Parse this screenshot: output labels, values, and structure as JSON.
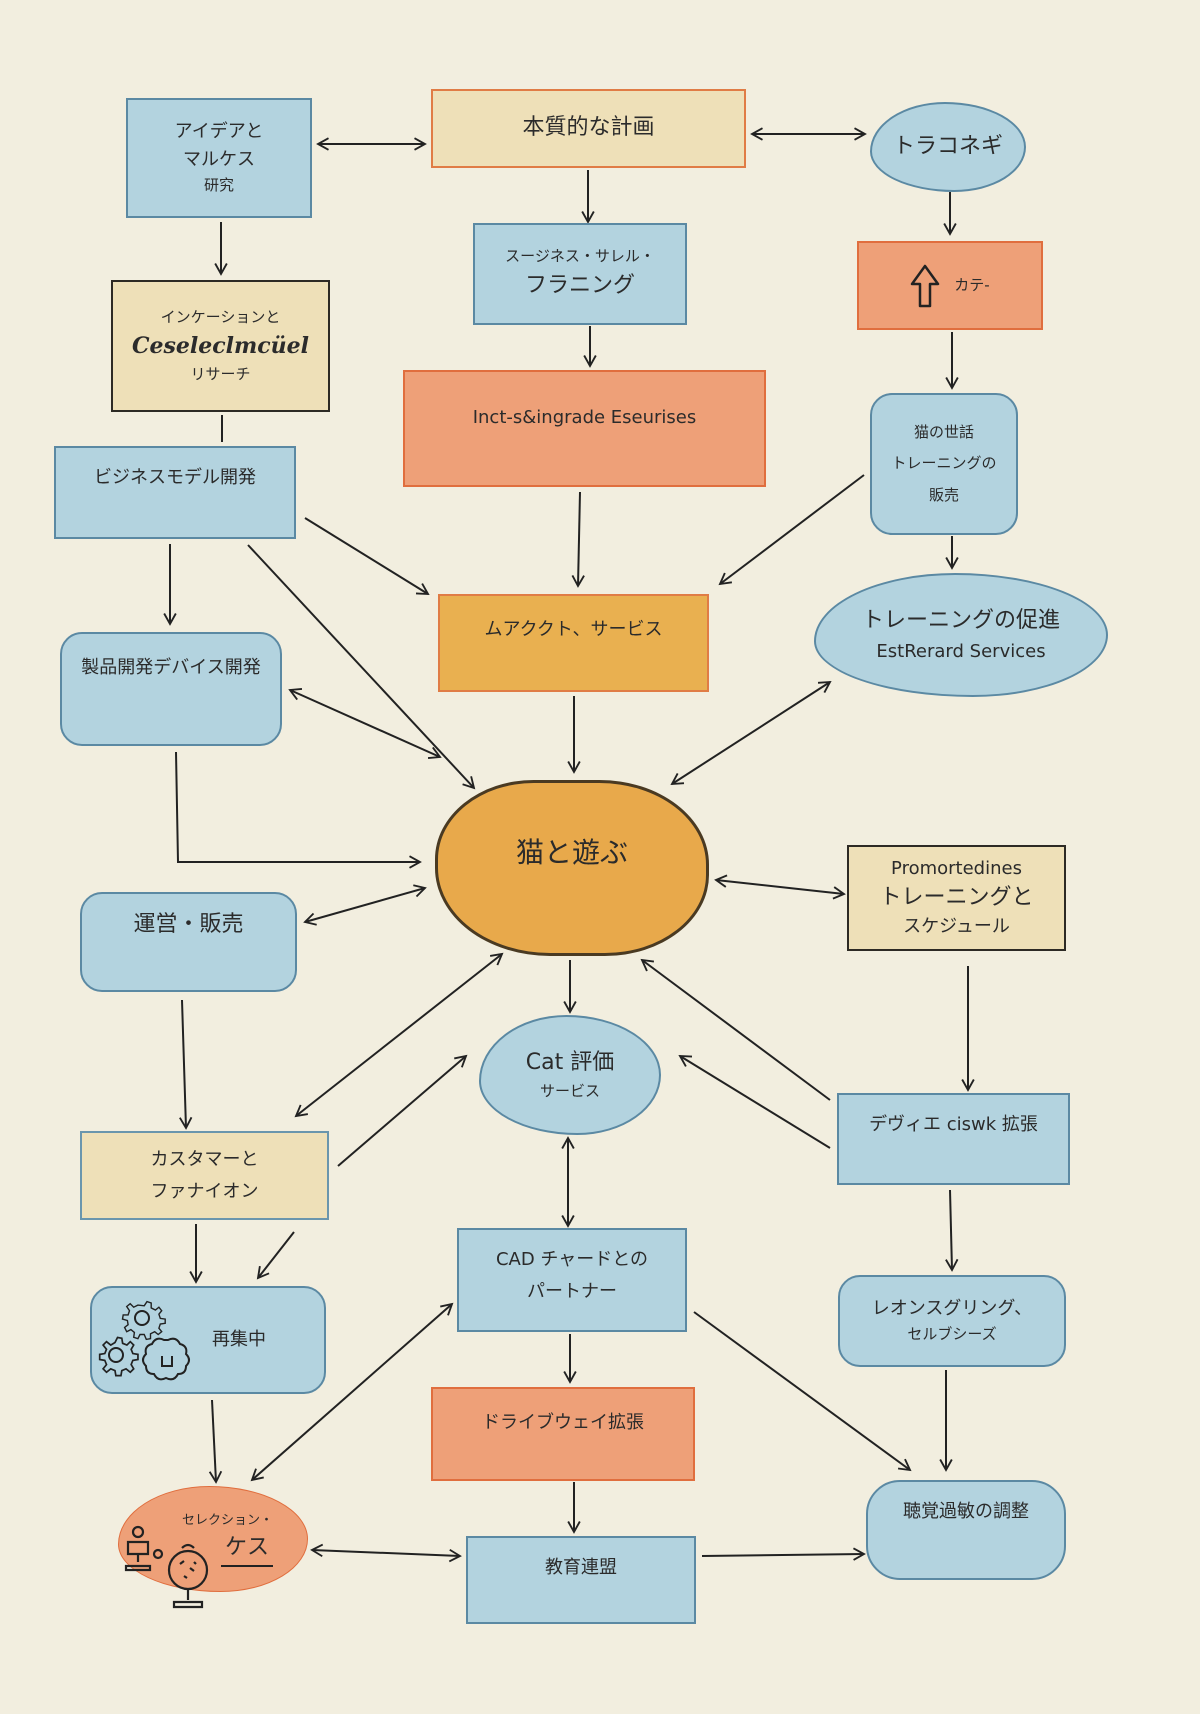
{
  "diagram": {
    "type": "flowchart",
    "center_node": "play_with_cat",
    "nodes": [
      {
        "id": "idea_research",
        "lines": [
          "アイデアと",
          "マルケス",
          "研究"
        ],
        "style": "blue-rect"
      },
      {
        "id": "essential_plan",
        "lines": [
          "本質的な計画"
        ],
        "style": "cream-rect-orange-border"
      },
      {
        "id": "torakonegi",
        "lines": [
          "トラコネギ"
        ],
        "style": "blue-blob"
      },
      {
        "id": "incubation_research",
        "lines": [
          "インケーションと",
          "Ceseleclmcüel",
          "リサーチ"
        ],
        "style": "cream-rect-dark-border"
      },
      {
        "id": "business_planning",
        "lines": [
          "スージネス・サレル・",
          "フラニング"
        ],
        "style": "blue-rect"
      },
      {
        "id": "category",
        "lines": [
          "カテ-"
        ],
        "icon": "up-arrow-icon",
        "style": "orange-rect"
      },
      {
        "id": "upgrade_services",
        "lines": [
          "Inct-s&ingrade Eseurises"
        ],
        "style": "orange-rect"
      },
      {
        "id": "business_model",
        "lines": [
          "ビジネスモデル開発"
        ],
        "style": "blue-rect"
      },
      {
        "id": "cat_care_sales",
        "lines": [
          "猫の世話",
          "トレーニングの",
          "販売"
        ],
        "style": "blue-rounded"
      },
      {
        "id": "impact_service",
        "lines": [
          "ムアククト、サービス"
        ],
        "style": "amber-rect"
      },
      {
        "id": "training_promotion",
        "lines": [
          "トレーニングの促進",
          "EstRerard Services"
        ],
        "style": "blue-blob"
      },
      {
        "id": "product_dev",
        "lines": [
          "製品開発デバイス開発"
        ],
        "style": "blue-rounded"
      },
      {
        "id": "play_with_cat",
        "lines": [
          "猫と遊ぶ"
        ],
        "style": "center-blob"
      },
      {
        "id": "training_schedule",
        "lines": [
          "Promortedines",
          "トレーニングと",
          "スケジュール"
        ],
        "style": "cream-rect-dark-border"
      },
      {
        "id": "operations_sales",
        "lines": [
          "運営・販売"
        ],
        "style": "blue-rounded"
      },
      {
        "id": "cat_evaluation",
        "lines": [
          "Cat 評価",
          "サービス"
        ],
        "style": "blue-blob"
      },
      {
        "id": "device_expansion",
        "lines": [
          "デヴィエ ciswk 拡張"
        ],
        "style": "blue-rect"
      },
      {
        "id": "customer_fashion",
        "lines": [
          "カスタマーと",
          "ファナイオン"
        ],
        "style": "cream-rect-blue-border"
      },
      {
        "id": "cad_partner",
        "lines": [
          "CAD チャードとの",
          "パートナー"
        ],
        "style": "blue-rect"
      },
      {
        "id": "refocus",
        "lines": [
          "再集中"
        ],
        "icon": "gears-icon",
        "style": "blue-rounded"
      },
      {
        "id": "leon_sgring",
        "lines": [
          "レオンスグリング、",
          "セルブシーズ"
        ],
        "style": "blue-rounded"
      },
      {
        "id": "driveway_expansion",
        "lines": [
          "ドライブウェイ拡張"
        ],
        "style": "orange-rect"
      },
      {
        "id": "selection_case",
        "lines": [
          "セレクション・",
          "ケス"
        ],
        "icon": "trophy-globe-icon",
        "style": "orange-blob"
      },
      {
        "id": "education_alliance",
        "lines": [
          "教育連盟"
        ],
        "style": "blue-rect"
      },
      {
        "id": "hyperacusis_adjust",
        "lines": [
          "聴覚過敏の調整"
        ],
        "style": "blue-rounded"
      }
    ],
    "edges": [
      {
        "from": "idea_research",
        "to": "essential_plan",
        "bidirectional": true
      },
      {
        "from": "essential_plan",
        "to": "torakonegi",
        "bidirectional": true
      },
      {
        "from": "idea_research",
        "to": "incubation_research"
      },
      {
        "from": "essential_plan",
        "to": "business_planning"
      },
      {
        "from": "torakonegi",
        "to": "category"
      },
      {
        "from": "business_planning",
        "to": "upgrade_services"
      },
      {
        "from": "category",
        "to": "cat_care_sales"
      },
      {
        "from": "incubation_research",
        "to": "business_model",
        "line_only": true
      },
      {
        "from": "business_model",
        "to": "impact_service"
      },
      {
        "from": "upgrade_services",
        "to": "impact_service"
      },
      {
        "from": "cat_care_sales",
        "to": "impact_service"
      },
      {
        "from": "cat_care_sales",
        "to": "training_promotion"
      },
      {
        "from": "business_model",
        "to": "product_dev"
      },
      {
        "from": "business_model",
        "to": "play_with_cat"
      },
      {
        "from": "product_dev",
        "to": "play_with_cat",
        "bidirectional": true
      },
      {
        "from": "impact_service",
        "to": "play_with_cat"
      },
      {
        "from": "training_promotion",
        "to": "play_with_cat",
        "bidirectional": true
      },
      {
        "from": "product_dev",
        "to": "play_with_cat",
        "elbow": true
      },
      {
        "from": "operations_sales",
        "to": "play_with_cat",
        "bidirectional": true
      },
      {
        "from": "play_with_cat",
        "to": "training_schedule",
        "bidirectional": true
      },
      {
        "from": "play_with_cat",
        "to": "cat_evaluation"
      },
      {
        "from": "training_schedule",
        "to": "device_expansion"
      },
      {
        "from": "device_expansion",
        "to": "play_with_cat"
      },
      {
        "from": "device_expansion",
        "to": "cat_evaluation"
      },
      {
        "from": "operations_sales",
        "to": "customer_fashion"
      },
      {
        "from": "customer_fashion",
        "to": "play_with_cat",
        "bidirectional": true
      },
      {
        "from": "customer_fashion",
        "to": "cat_evaluation"
      },
      {
        "from": "cat_evaluation",
        "to": "cad_partner",
        "bidirectional": true
      },
      {
        "from": "customer_fashion",
        "to": "refocus"
      },
      {
        "from": "device_expansion",
        "to": "leon_sgring"
      },
      {
        "from": "cad_partner",
        "to": "driveway_expansion"
      },
      {
        "from": "cad_partner",
        "to": "selection_case",
        "bidirectional": true
      },
      {
        "from": "cad_partner",
        "to": "hyperacusis_adjust"
      },
      {
        "from": "refocus",
        "to": "selection_case"
      },
      {
        "from": "leon_sgring",
        "to": "hyperacusis_adjust"
      },
      {
        "from": "driveway_expansion",
        "to": "education_alliance"
      },
      {
        "from": "selection_case",
        "to": "education_alliance",
        "bidirectional": true
      },
      {
        "from": "education_alliance",
        "to": "hyperacusis_adjust"
      }
    ]
  },
  "colors": {
    "background": "#f2eedf",
    "blue_fill": "#b3d3df",
    "cream_fill": "#eee0b8",
    "orange_fill": "#eea078",
    "amber_fill": "#e9b050",
    "center_fill": "#e8a94b",
    "line": "#222222"
  }
}
